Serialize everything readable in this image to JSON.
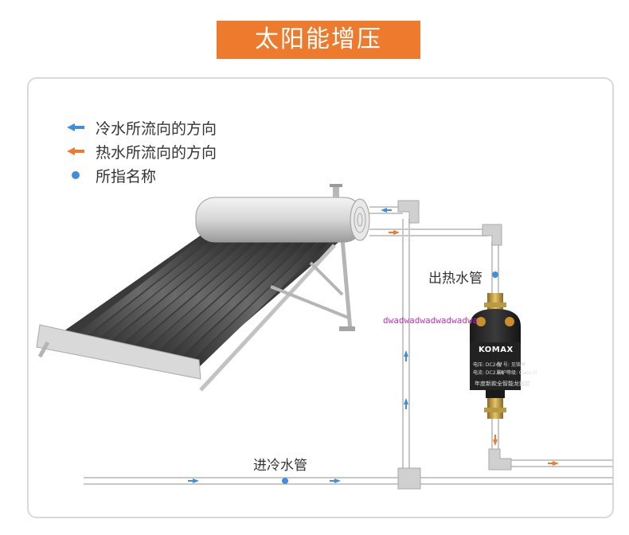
{
  "title": "太阳能增压",
  "legend": [
    {
      "text": "冷水所流向的方向",
      "icon": "cold-arrow-icon",
      "color": "#3f8fde"
    },
    {
      "text": "热水所流向的方向",
      "icon": "hot-arrow-icon",
      "color": "#ee7a2e"
    },
    {
      "text": "所指名称",
      "icon": "dot-icon",
      "color": "#3f8fde"
    }
  ],
  "labels": {
    "hot_out_pipe": "出热水管",
    "cold_in_pipe": "进冷水管"
  },
  "watermark": "dwadwadwadwadwadwa",
  "pump": {
    "brand": "KOMAX",
    "spec_1": "电压: DC24V",
    "spec_2": "型 号: 见铭牌",
    "spec_3": "电流: DC2.8A",
    "spec_4": "防护等级: Class H",
    "slogan": "年度新款全智能龙霸款"
  },
  "colors": {
    "accent": "#ee7a2e",
    "cold": "#3f8fde",
    "hot": "#ee7a2e",
    "pipe": "#c8c8c8"
  }
}
